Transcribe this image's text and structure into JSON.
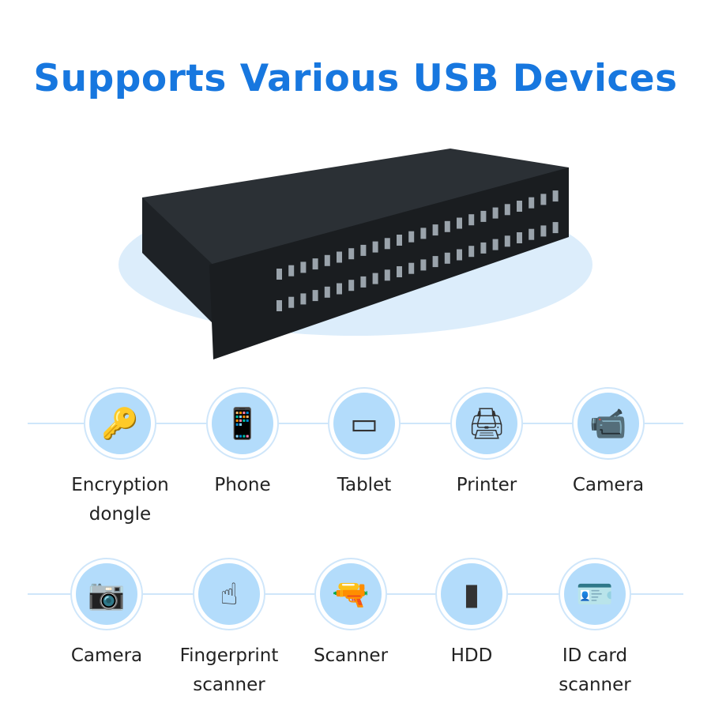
{
  "title": "Supports Various USB Devices",
  "colors": {
    "title": "#1777df",
    "circle_fill": "#b3dcfb",
    "ring": "#cfe6fa"
  },
  "rows": [
    [
      {
        "label": "Encryption\ndongle",
        "icon": "usb-dongle-icon"
      },
      {
        "label": "Phone",
        "icon": "phone-icon"
      },
      {
        "label": "Tablet",
        "icon": "tablet-icon"
      },
      {
        "label": "Printer",
        "icon": "printer-icon"
      },
      {
        "label": "Camera",
        "icon": "ptz-camera-icon"
      }
    ],
    [
      {
        "label": "Camera",
        "icon": "camera-icon"
      },
      {
        "label": "Fingerprint\nscanner",
        "icon": "fingerprint-scanner-icon"
      },
      {
        "label": "Scanner",
        "icon": "handheld-scanner-icon"
      },
      {
        "label": "HDD",
        "icon": "hdd-icon"
      },
      {
        "label": "ID card\nscanner",
        "icon": "id-card-scanner-icon"
      }
    ]
  ]
}
